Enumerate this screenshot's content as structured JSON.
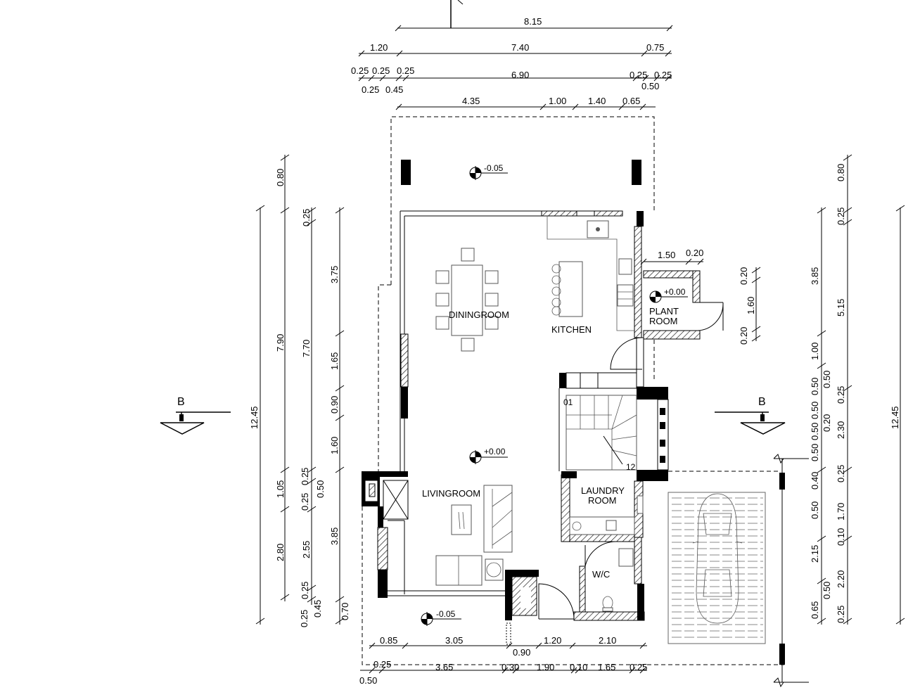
{
  "rooms": {
    "dining": "DININGROOM",
    "kitchen": "KITCHEN",
    "plant_line1": "PLANT",
    "plant_line2": "ROOM",
    "living": "LIVINGROOM",
    "laundry_line1": "LAUNDRY",
    "laundry_line2": "ROOM",
    "wc": "W/C"
  },
  "levels": {
    "top_terrace": "-0.05",
    "plant_room": "+0.00",
    "living": "+0.00",
    "bottom_entry": "-0.05"
  },
  "stairs": {
    "start": "01",
    "end": "12"
  },
  "section_markers": {
    "left": "B",
    "right": "B"
  },
  "dims_top": {
    "row1": [
      "8.15"
    ],
    "row2": [
      "1.20",
      "7.40",
      "0.75"
    ],
    "row3": [
      "0.25",
      "0.25",
      "0.25",
      "6.90",
      "0.25",
      "0.25"
    ],
    "row3_sub": [
      "0.25",
      "0.45",
      "0.50"
    ],
    "row4": [
      "4.35",
      "1.00",
      "1.40",
      "0.65"
    ]
  },
  "dims_left": {
    "total": "12.45",
    "col_a": [
      "0.80",
      "7.90",
      "1.05",
      "2.80",
      "0.25"
    ],
    "col_b": [
      "0.25",
      "7.70",
      "0.25",
      "0.25",
      "0.50",
      "2.55",
      "0.25",
      "0.45"
    ],
    "col_c": [
      "3.75",
      "1.65",
      "0.90",
      "1.60",
      "3.85",
      "0.70"
    ]
  },
  "dims_right": {
    "total": "12.45",
    "col_a": [
      "0.80",
      "0.25",
      "5.15",
      "0.50",
      "0.25",
      "2.30",
      "0.25",
      "1.70",
      "0.10",
      "2.20",
      "0.25"
    ],
    "col_b": [
      "3.85",
      "1.00",
      "0.50",
      "0.50",
      "0.50",
      "0.20",
      "0.50",
      "0.40",
      "0.50",
      "2.15",
      "0.50",
      "0.65"
    ],
    "plant_small": [
      "1.50",
      "0.20",
      "0.20",
      "1.60",
      "0.20"
    ]
  },
  "dims_bottom": {
    "row1": [
      "0.85",
      "3.05",
      "1.20",
      "2.10"
    ],
    "row1_sub": [
      "0.90"
    ],
    "row2": [
      "0.25",
      "3.65",
      "0.30",
      "1.90",
      "0.10",
      "1.65",
      "0.25"
    ],
    "row2_sub": [
      "0.50"
    ]
  }
}
